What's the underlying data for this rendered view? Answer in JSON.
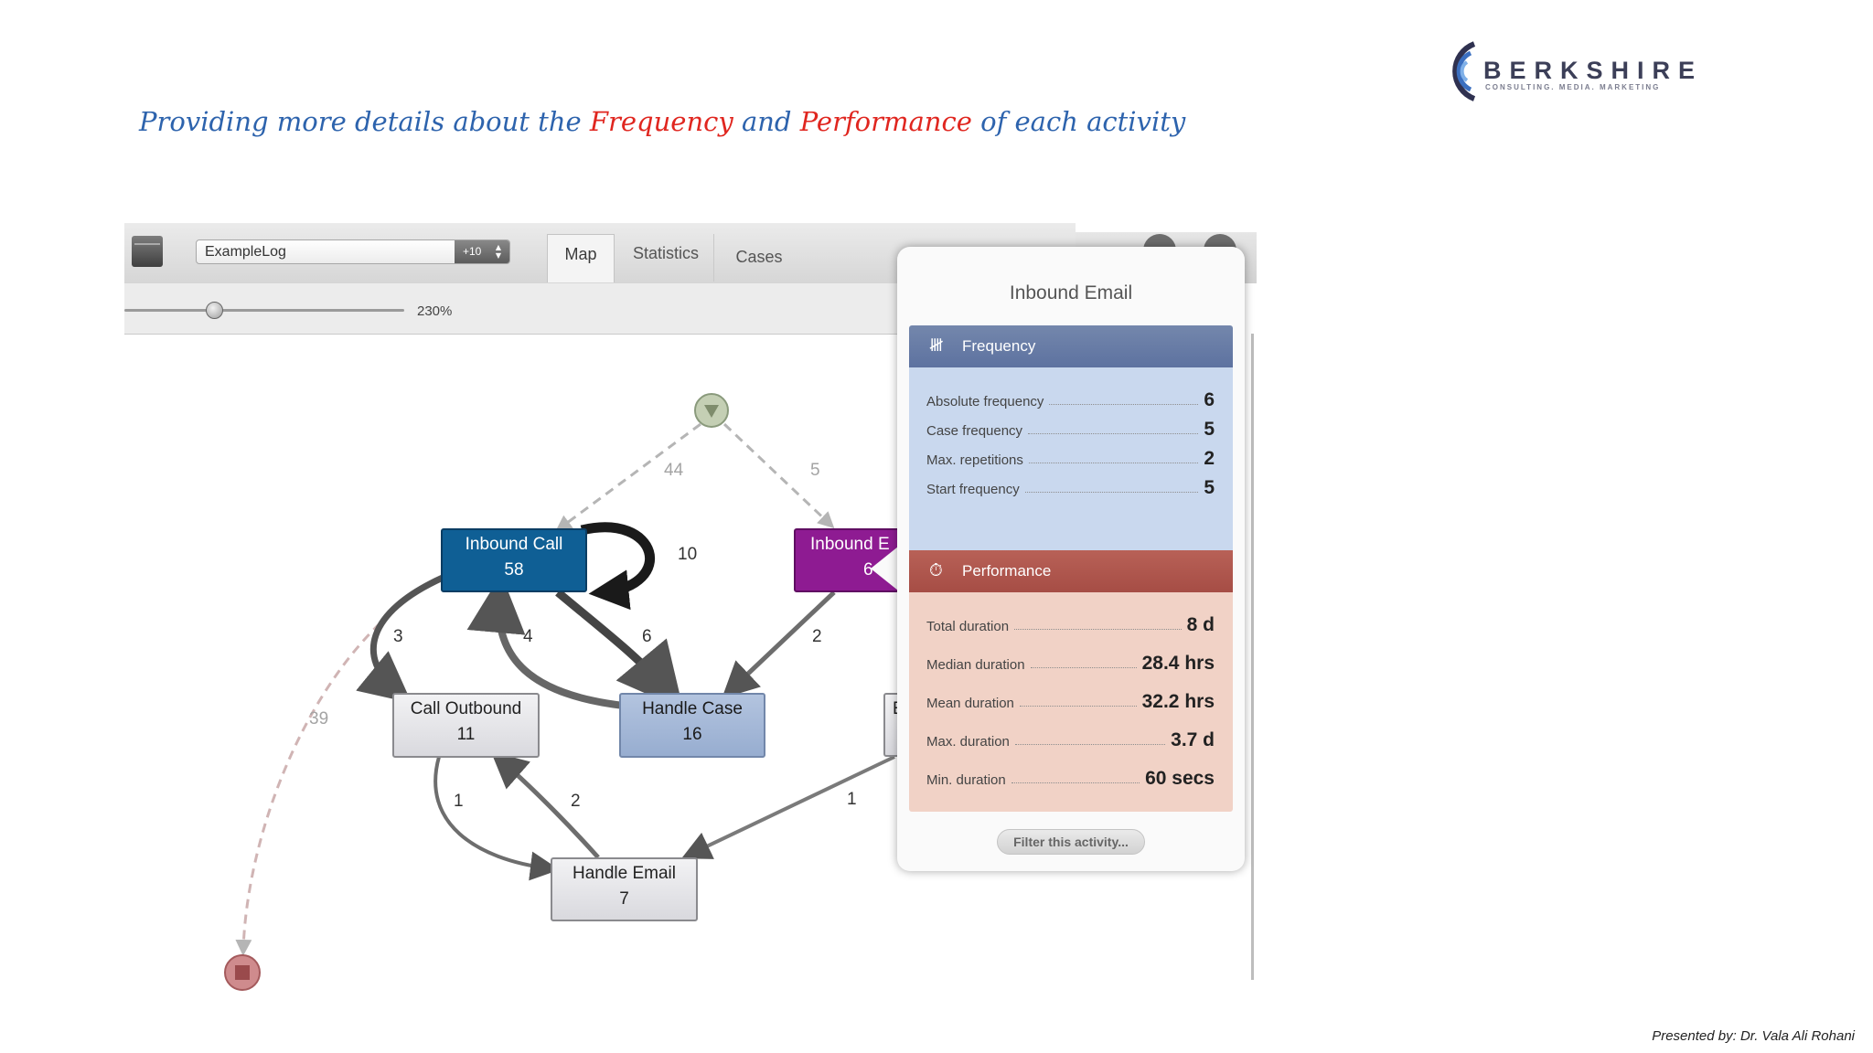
{
  "slide": {
    "headline": {
      "part1": "Providing more details about the ",
      "hl1": "Frequency",
      "part2": " and ",
      "hl2": "Performance",
      "part3": " of each activity"
    },
    "logo": {
      "word": "BERKSHIRE",
      "tagline": "CONSULTING. MEDIA. MARKETING"
    },
    "footer": "Presented by: Dr. Vala Ali Rohani"
  },
  "toolbar": {
    "log_name": "ExampleLog",
    "log_badge": "+10",
    "tabs": [
      "Map",
      "Statistics",
      "Cases"
    ],
    "active_tab": "Map",
    "zoom_level": "230%",
    "slider_fraction": 0.29
  },
  "map": {
    "nodes": {
      "inbound_call": {
        "label": "Inbound Call",
        "count": "58"
      },
      "inbound_email": {
        "label": "Inbound E",
        "count": "6"
      },
      "call_outbound": {
        "label": "Call Outbound",
        "count": "11"
      },
      "handle_case": {
        "label": "Handle Case",
        "count": "16"
      },
      "handle_email": {
        "label": "Handle Email",
        "count": "7"
      },
      "partial_node": {
        "label": "E"
      }
    },
    "edges": {
      "start_to_call": "44",
      "start_to_email": "5",
      "call_loop": "10",
      "call_to_outbound": "3",
      "case_to_call": "4",
      "call_to_case": "6",
      "email_to_case": "2",
      "call_to_end": "39",
      "outbound_to_email": "1",
      "email_to_outbound": "2",
      "right_to_email": "1"
    }
  },
  "popover": {
    "title": "Inbound Email",
    "frequency": {
      "label": "Frequency",
      "icon": "tally-icon",
      "rows": [
        {
          "key": "Absolute frequency",
          "value": "6"
        },
        {
          "key": "Case frequency",
          "value": "5"
        },
        {
          "key": "Max. repetitions",
          "value": "2"
        },
        {
          "key": "Start frequency",
          "value": "5"
        }
      ]
    },
    "performance": {
      "label": "Performance",
      "icon": "stopwatch-icon",
      "rows": [
        {
          "key": "Total duration",
          "value": "8 d"
        },
        {
          "key": "Median duration",
          "value": "28.4 hrs"
        },
        {
          "key": "Mean duration",
          "value": "32.2 hrs"
        },
        {
          "key": "Max. duration",
          "value": "3.7 d"
        },
        {
          "key": "Min. duration",
          "value": "60 secs"
        }
      ]
    },
    "filter_button": "Filter this activity..."
  },
  "colors": {
    "headline": "#2d63ad",
    "highlight": "#e0261f",
    "frequency_header": "#5d72a0",
    "frequency_body": "#c9d8ee",
    "performance_header": "#a64d45",
    "performance_body": "#f1d2c6",
    "inbound_call_node": "#0f5f95",
    "inbound_email_node": "#8e1b92",
    "handle_case_node": "#97add0"
  }
}
